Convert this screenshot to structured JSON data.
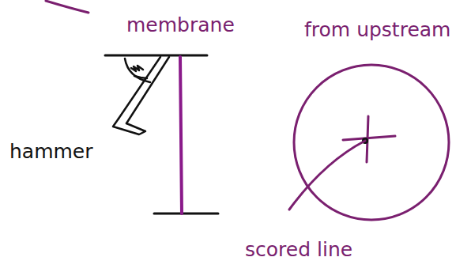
{
  "diagram": {
    "labels": [
      "membrane",
      "from upstream",
      "hammer",
      "scored line"
    ]
  }
}
